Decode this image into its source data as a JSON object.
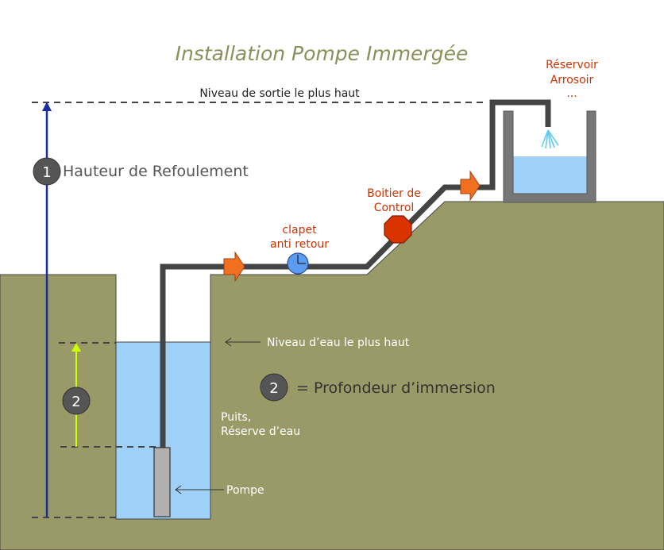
{
  "title": "Installation Pompe Immergée",
  "labels": {
    "niveau_sortie": "Niveau de sortie le plus haut",
    "reservoir_1": "Réservoir",
    "reservoir_2": "Arrosoir",
    "reservoir_3": "...",
    "hauteur": "Hauteur de Refoulement",
    "boitier_1": "Boitier de",
    "boitier_2": "Control",
    "clapet_1": "clapet",
    "clapet_2": "anti retour",
    "niveau_eau": "Niveau d’eau le plus haut",
    "profondeur": "= Profondeur d’immersion",
    "puits_1": "Puits,",
    "puits_2": "Réserve d’eau",
    "pompe": "Pompe"
  },
  "badges": {
    "one": "1",
    "two": "2"
  },
  "colors": {
    "title": "#8b8f5a",
    "ground": "#9a9a69",
    "water": "#9fd0f8",
    "pipe": "#444444",
    "arrow": "#f07020",
    "label_red": "#cc3300",
    "blue_line": "#1a2f9c",
    "yellow_arrow": "#ccff00",
    "badge": "#555555",
    "valve": "#5b9bf0",
    "control_box": "#d93300",
    "spray": "#66ccee"
  }
}
